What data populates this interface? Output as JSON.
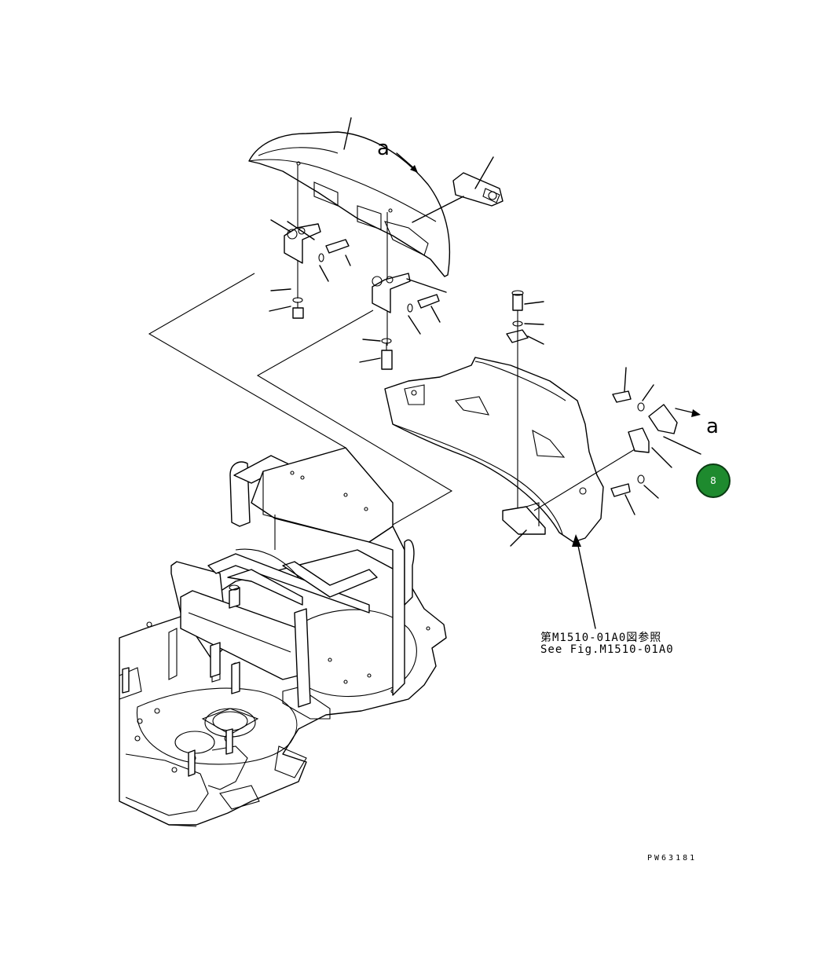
{
  "diagram": {
    "view_marker_top": "a",
    "view_marker_right": "a",
    "reference_line_1": "第M1510-01A0図参照",
    "reference_line_2": "See Fig.M1510-01A0",
    "drawing_code": "PW63181",
    "page_badge": "8",
    "badge_color": "#1e8a2e"
  }
}
